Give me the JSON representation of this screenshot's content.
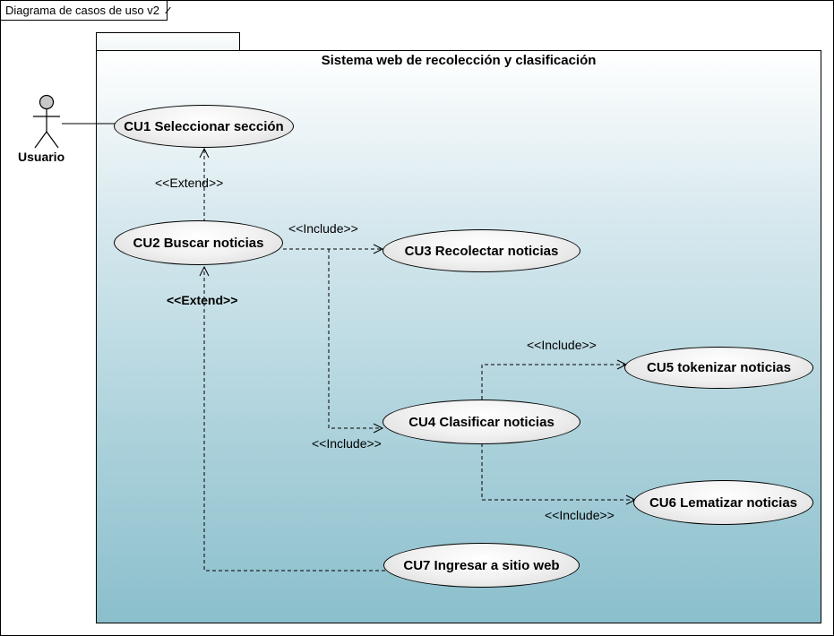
{
  "frame": {
    "title": "Diagrama de casos de uso v2"
  },
  "system": {
    "title": "Sistema web de recolección y clasificación"
  },
  "actor": {
    "name": "Usuario"
  },
  "usecases": {
    "cu1": "CU1 Seleccionar sección",
    "cu2": "CU2 Buscar noticias",
    "cu3": "CU3 Recolectar noticias",
    "cu4": "CU4 Clasificar noticias",
    "cu5": "CU5 tokenizar noticias",
    "cu6": "CU6 Lematizar noticias",
    "cu7": "CU7 Ingresar a sitio web"
  },
  "relations": {
    "cu2_extend_cu1": "<<Extend>>",
    "cu7_extend_cu2": "<<Extend>>",
    "cu2_include_cu3": "<<Include>>",
    "cu2_include_cu4": "<<Include>>",
    "cu4_include_cu5": "<<Include>>",
    "cu4_include_cu6": "<<Include>>"
  },
  "colors": {
    "background_top": "#ffffff",
    "background_bottom": "#8bbfcc",
    "usecase_fill": "#e8e8e8",
    "line": "#000000"
  }
}
